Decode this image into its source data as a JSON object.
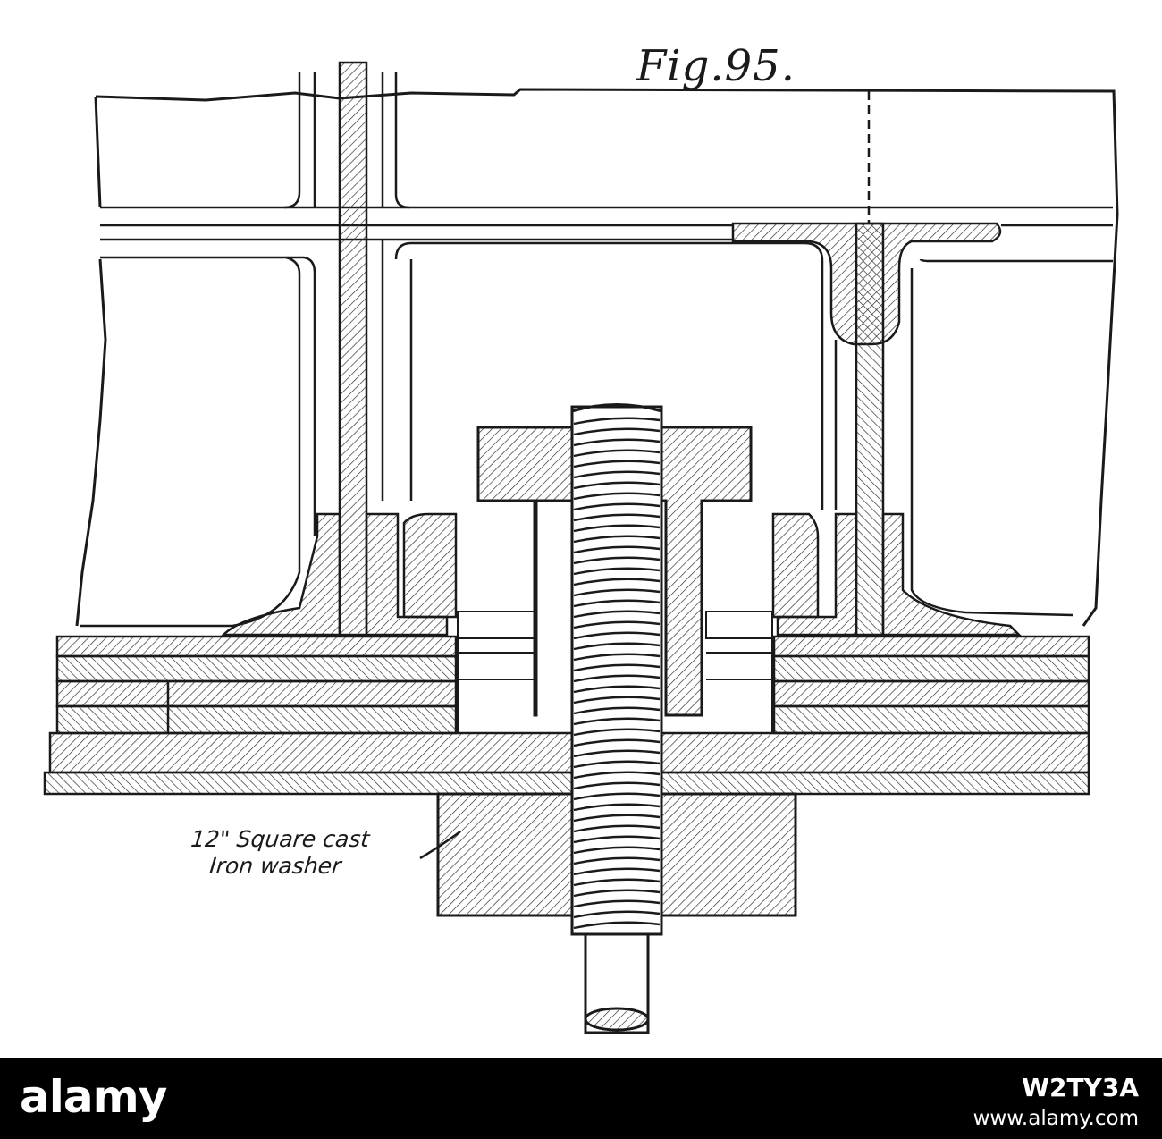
{
  "figure": {
    "title": "Fig.95.",
    "callout_line1": "12\" Square cast",
    "callout_line2": "Iron washer"
  },
  "watermark": {
    "brand": "alamy",
    "image_id": "W2TY3A",
    "site": "www.alamy.com"
  }
}
